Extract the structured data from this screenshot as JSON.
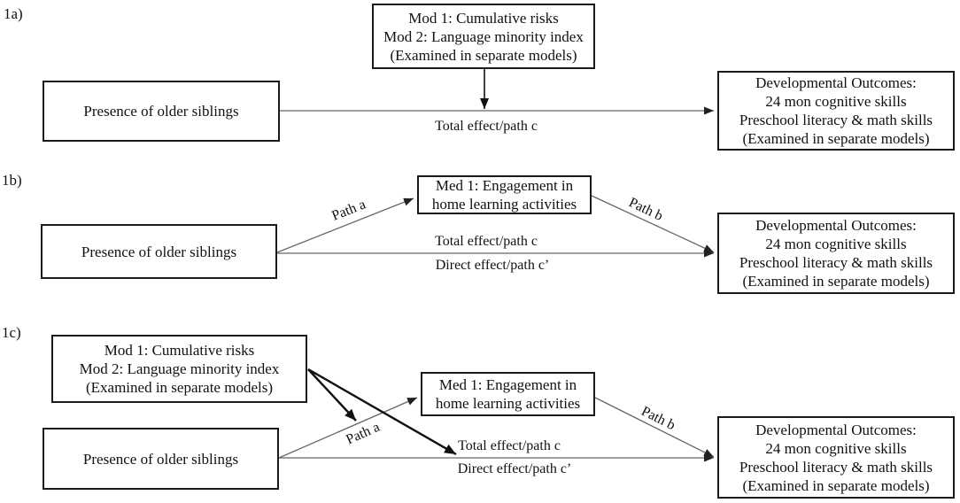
{
  "colors": {
    "background": "#ffffff",
    "box_border": "#1a1a1a",
    "text": "#111111",
    "thin_line": "#666666",
    "thick_line": "#111111"
  },
  "figure": {
    "panel_a": {
      "label": "1a)",
      "moderator_box": {
        "line1": "Mod 1: Cumulative risks",
        "line2": "Mod 2: Language minority index",
        "line3": "(Examined in separate models)"
      },
      "predictor_box": {
        "line1": "Presence of older siblings"
      },
      "outcome_box": {
        "line1": "Developmental Outcomes:",
        "line2": "24 mon cognitive skills",
        "line3": "Preschool literacy & math skills",
        "line4": "(Examined in separate models)"
      },
      "total_effect_label": "Total effect/path c"
    },
    "panel_b": {
      "label": "1b)",
      "predictor_box": {
        "line1": "Presence of older siblings"
      },
      "mediator_box": {
        "line1": "Med 1: Engagement in",
        "line2": "home learning activities"
      },
      "outcome_box": {
        "line1": "Developmental Outcomes:",
        "line2": "24 mon cognitive skills",
        "line3": "Preschool literacy & math skills",
        "line4": "(Examined in separate models)"
      },
      "path_a_label": "Path a",
      "path_b_label": "Path b",
      "total_effect_label": "Total effect/path c",
      "direct_effect_label": "Direct effect/path c’"
    },
    "panel_c": {
      "label": "1c)",
      "moderator_box": {
        "line1": "Mod 1: Cumulative risks",
        "line2": "Mod 2: Language minority index",
        "line3": "(Examined in separate models)"
      },
      "predictor_box": {
        "line1": "Presence of older siblings"
      },
      "mediator_box": {
        "line1": "Med 1: Engagement in",
        "line2": "home learning activities"
      },
      "outcome_box": {
        "line1": "Developmental Outcomes:",
        "line2": "24 mon cognitive skills",
        "line3": "Preschool literacy & math skills",
        "line4": "(Examined in separate models)"
      },
      "path_a_label": "Path a",
      "path_b_label": "Path b",
      "total_effect_label": "Total effect/path c",
      "direct_effect_label": "Direct effect/path c’"
    }
  }
}
